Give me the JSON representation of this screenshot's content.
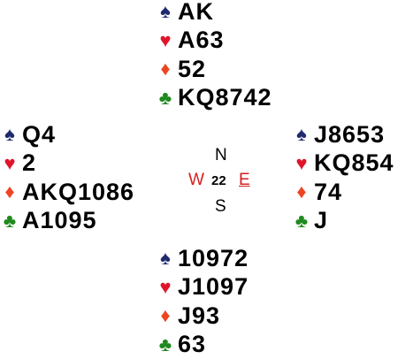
{
  "colors": {
    "spade": "#1f2a6e",
    "heart": "#e0152b",
    "diamond": "#ee4422",
    "club": "#1f8a1f",
    "text": "#000000",
    "vulnerable": "#d42020"
  },
  "suit_symbols": {
    "spade": "♠",
    "heart": "♥",
    "diamond": "♦",
    "club": "♣"
  },
  "hands": {
    "north": {
      "spades": "AK",
      "hearts": "A63",
      "diamonds": "52",
      "clubs": "KQ8742"
    },
    "west": {
      "spades": "Q4",
      "hearts": "2",
      "diamonds": "AKQ1086",
      "clubs": "A1095"
    },
    "east": {
      "spades": "J8653",
      "hearts": "KQ854",
      "diamonds": "74",
      "clubs": "J"
    },
    "south": {
      "spades": "10972",
      "hearts": "J1097",
      "diamonds": "J93",
      "clubs": "63"
    }
  },
  "compass": {
    "north": "N",
    "south": "S",
    "west": "W",
    "east": "E",
    "board_number": "22"
  }
}
